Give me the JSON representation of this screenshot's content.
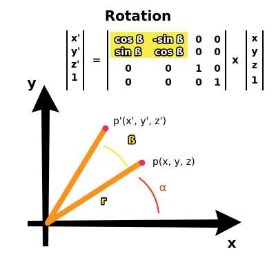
{
  "title": "Rotation",
  "equation": {
    "result_vector": [
      "x'",
      "y'",
      "z'",
      "1"
    ],
    "equals": "=",
    "matrix": [
      [
        "cos ß",
        "-sin ß",
        "0",
        "0"
      ],
      [
        "sin ß",
        "cos ß",
        "0",
        "0"
      ],
      [
        "0",
        "0",
        "1",
        "0"
      ],
      [
        "0",
        "0",
        "0",
        "1"
      ]
    ],
    "times": "x",
    "input_vector": [
      "x",
      "y",
      "z",
      "1"
    ]
  },
  "diagram": {
    "y_axis_label": "y",
    "x_axis_label": "x",
    "rotated_point_label": "p'(x', y', z')",
    "original_point_label": "p(x, y, z)",
    "rotation_angle_label": "ß",
    "original_angle_label": "α",
    "radius_label": "r"
  },
  "colors": {
    "vector": "#f7941d",
    "point": "#e8305a",
    "beta_arc": "#f5ec3a",
    "alpha_arc": "#e8401c",
    "highlight": "#f7ec47"
  }
}
